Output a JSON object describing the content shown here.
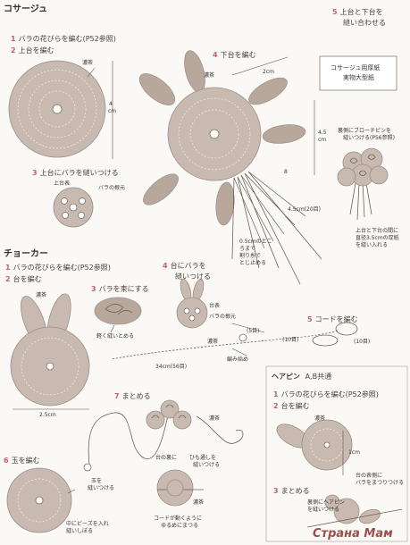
{
  "corsage": {
    "title": "コサージュ",
    "steps": [
      {
        "n": "1",
        "text": "バラの花びらを編む(P52参照)"
      },
      {
        "n": "2",
        "text": "上台を編む"
      },
      {
        "n": "3",
        "text": "上台にバラを縫いつける"
      },
      {
        "n": "4",
        "text": "下台を編む"
      },
      {
        "n": "5",
        "text": "上台と下台を"
      }
    ],
    "step5_line2": "縫い合わせる",
    "labels": {
      "kogecha1": "濃茶",
      "size_4cm_a": "4",
      "size_cm_a": "cm",
      "uwadai_omote": "上台表",
      "bara_tsukene": "バラの根元",
      "kogecha2": "濃茶",
      "size_2cm": "2cm",
      "size_4_5cm": "4.5",
      "size_cm_b": "cm",
      "size_4_5cm_20": "4.5cm(20目)",
      "pattern_box_1": "コサージュ用厚紙",
      "pattern_box_2": "実物大型紙",
      "brooch_1": "裏側にブローチピンを",
      "brooch_2": "縫いつける(P56参照)",
      "paper_1": "上台と下台の間に",
      "paper_2": "直径3.5cmの厚紙",
      "paper_3": "を縫い入れる",
      "tip_1": "0.5cmのとこ",
      "tip_2": "ろまで",
      "tip_3": "割り糸で",
      "tip_4": "とじ止める",
      "circle_8": "8"
    }
  },
  "choker": {
    "title": "チョーカー",
    "steps": [
      {
        "n": "1",
        "text": "バラの花びらを編む(P52参照)"
      },
      {
        "n": "2",
        "text": "台を編む"
      },
      {
        "n": "3",
        "text": "バラを束にする"
      },
      {
        "n": "4",
        "text": "台にバラを"
      },
      {
        "n": "5",
        "text": "コードを編む"
      },
      {
        "n": "6",
        "text": "玉を編む"
      },
      {
        "n": "7",
        "text": "まとめる"
      }
    ],
    "step4_line2": "縫いつける",
    "labels": {
      "kogecha1": "濃茶",
      "size_2_5cm": "2.5cm",
      "bundle_note": "軽く縫いとめる",
      "dai_omote": "台表",
      "bara_tsukene": "バラの根元",
      "kogecha2": "濃茶",
      "m5": "(5目)",
      "m10a": "(10目)",
      "m10b": "(10目)",
      "length": "34cm(56目)",
      "start": "編み始め",
      "kogecha3": "濃茶",
      "bead_1": "中にビーズを入れ",
      "bead_2": "縫いしぼる",
      "tama_1": "玉を",
      "tama_2": "縫いつける",
      "ura_1": "台の裏に",
      "ura_2": "ひも通しを",
      "ura_3": "縫いつける",
      "cord_1": "コードが動くように",
      "cord_2": "ゆるめにまつる",
      "kogecha4": "濃茶"
    }
  },
  "hairpin": {
    "title": "ヘアピン",
    "subtitle": "A,B共通",
    "steps": [
      {
        "n": "1",
        "text": "バラの花びらを編む(P52参照)"
      },
      {
        "n": "2",
        "text": "台を編む"
      },
      {
        "n": "3",
        "text": "まとめる"
      }
    ],
    "labels": {
      "kogecha": "濃茶",
      "size_1cm": "1cm",
      "omote_1": "台の表側に",
      "omote_2": "バラをまつりつける",
      "ura_1": "裏側にヘアピン",
      "ura_2": "を縫いつける"
    }
  },
  "watermark": "Страна Мам"
}
